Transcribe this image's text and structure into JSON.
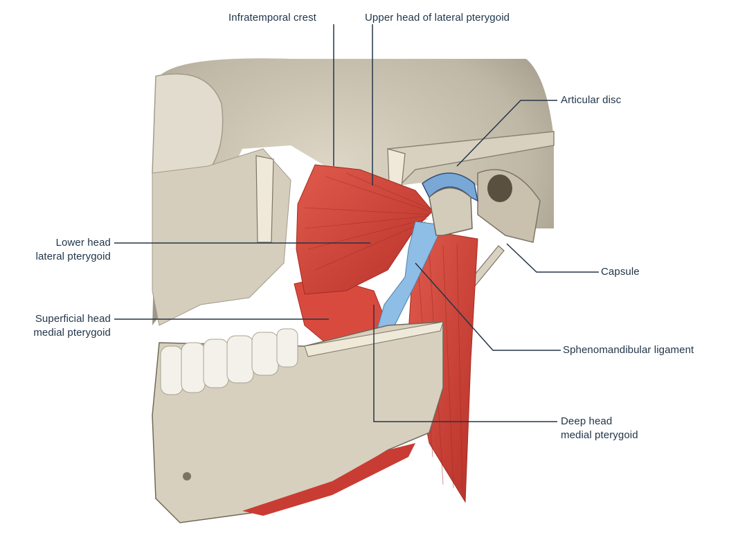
{
  "labels": {
    "infratemporal_crest": "Infratemporal crest",
    "upper_head_lateral_pterygoid": "Upper head of lateral pterygoid",
    "articular_disc": "Articular disc",
    "lower_head_line1": "Lower head",
    "lower_head_line2": "lateral pterygoid",
    "capsule": "Capsule",
    "superficial_head_line1": "Superficial head",
    "superficial_head_line2": "medial pterygoid",
    "sphenomandibular_ligament": "Sphenomandibular ligament",
    "deep_head_line1": "Deep head",
    "deep_head_line2": "medial pterygoid"
  },
  "colors": {
    "bone": "#cfc8b6",
    "bone_shadow": "#8f887a",
    "muscle": "#d8443a",
    "muscle_dark": "#a82b24",
    "ligament": "#86b8e2",
    "leader_line": "#243447"
  }
}
